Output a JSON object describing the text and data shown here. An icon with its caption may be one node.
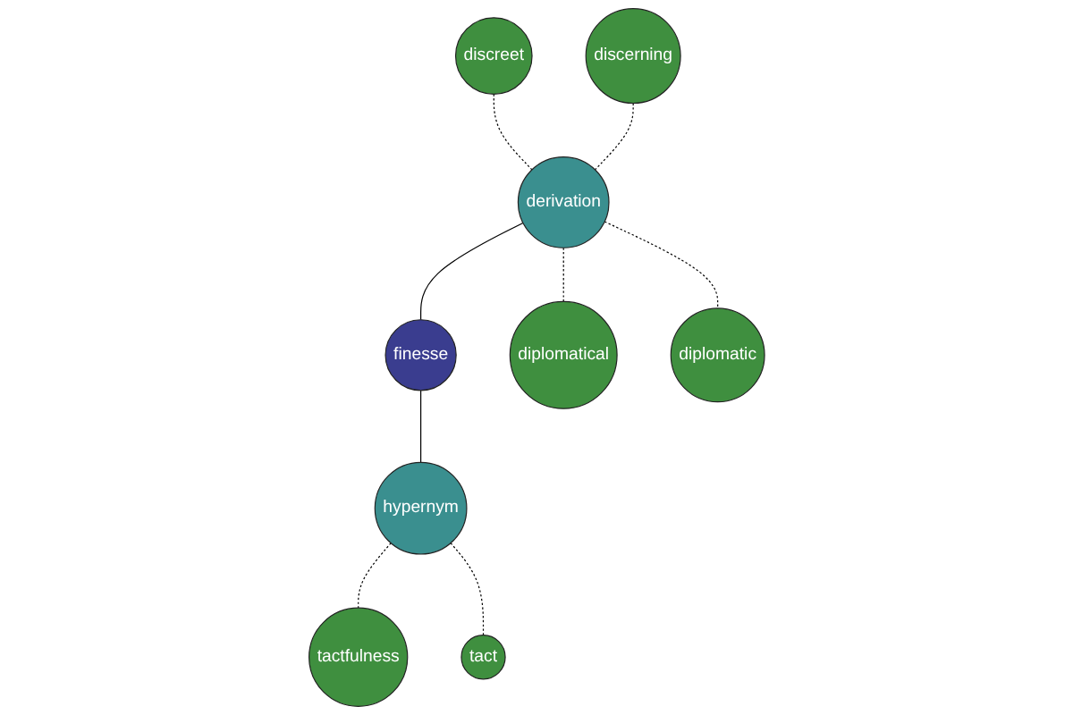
{
  "diagram": {
    "nodes": [
      {
        "text": [
          "finesse"
        ]
      },
      {
        "text": [
          "derivation"
        ]
      },
      {
        "text": [
          "hypernym"
        ]
      },
      {
        "text": [
          "discreet"
        ]
      },
      {
        "text": [
          "discerning"
        ]
      },
      {
        "text": [
          "diplomatical"
        ]
      },
      {
        "text": [
          "diplomatic"
        ]
      },
      {
        "text": [
          "tactfulness"
        ]
      },
      {
        "text": [
          "tact"
        ]
      }
    ],
    "edges": [
      {
        "from": 1,
        "to": 0,
        "arrow": "none"
      },
      {
        "from": 0,
        "to": 2,
        "arrow": "none"
      },
      {
        "from": 3,
        "to": 1,
        "arrow": "none",
        "style": "dashed"
      },
      {
        "from": 4,
        "to": 1,
        "arrow": "none",
        "style": "dashed"
      },
      {
        "from": 1,
        "to": 5,
        "arrow": "none",
        "style": "dashed"
      },
      {
        "from": 1,
        "to": 6,
        "arrow": "none",
        "style": "dashed"
      },
      {
        "from": 2,
        "to": 7,
        "arrow": "none",
        "style": "dashed"
      },
      {
        "from": 2,
        "to": 8,
        "arrow": "none",
        "style": "dashed"
      }
    ]
  }
}
